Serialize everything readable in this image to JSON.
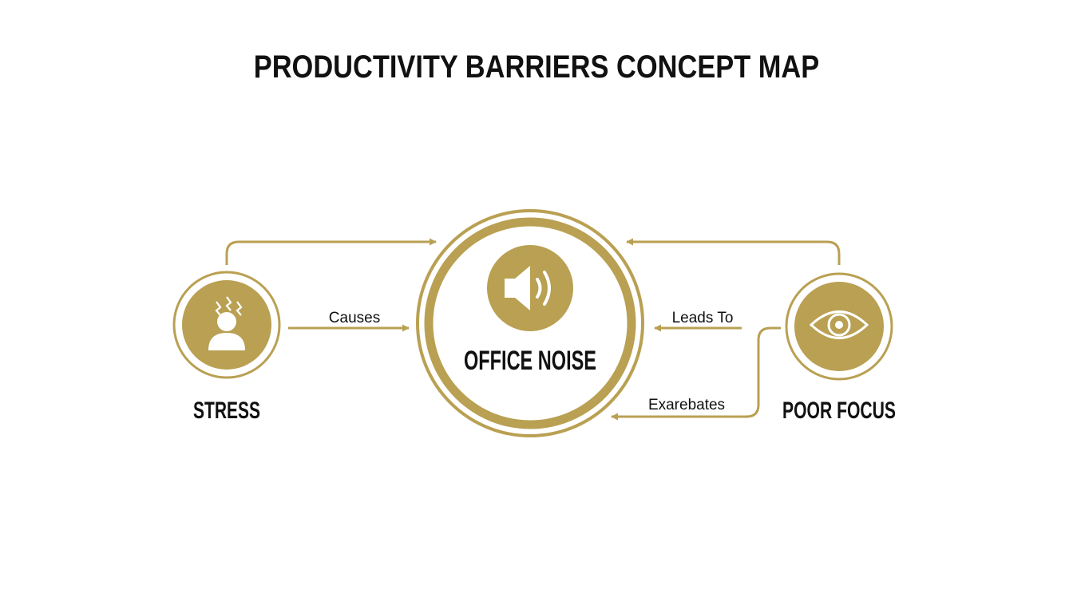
{
  "title": "PRODUCTIVITY BARRIERS CONCEPT MAP",
  "colors": {
    "accent": "#B9A052",
    "text": "#111111",
    "background": "#FFFFFF"
  },
  "nodes": {
    "stress": {
      "label": "STRESS",
      "icon": "stressed-person-icon"
    },
    "office_noise": {
      "label": "OFFICE NOISE",
      "icon": "speaker-icon"
    },
    "poor_focus": {
      "label": "POOR FOCUS",
      "icon": "eye-icon"
    }
  },
  "edges": {
    "causes": {
      "label": "Causes",
      "from": "STRESS",
      "to": "OFFICE NOISE"
    },
    "leads_to": {
      "label": "Leads To",
      "from": "POOR FOCUS",
      "to": "OFFICE NOISE"
    },
    "exacerbates": {
      "label": "Exarebates",
      "from": "POOR FOCUS",
      "to": "OFFICE NOISE"
    }
  }
}
